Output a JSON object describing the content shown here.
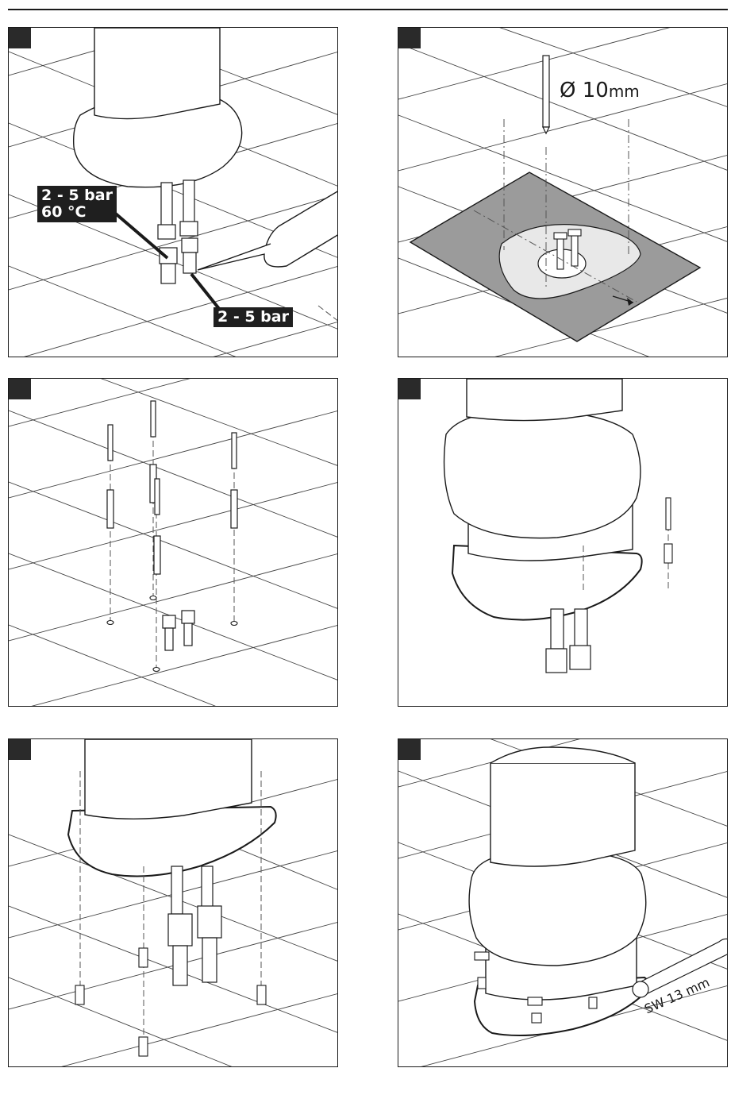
{
  "panels": [
    {
      "id": "p1",
      "labels": {
        "pressure_temp_line1": "2 - 5 bar",
        "pressure_temp_line2": "60 °C",
        "pressure": "2 - 5 bar"
      }
    },
    {
      "id": "p2",
      "labels": {
        "drill_symbol": "Ø 10",
        "drill_unit": "mm"
      }
    },
    {
      "id": "p3",
      "labels": {}
    },
    {
      "id": "p4",
      "labels": {}
    },
    {
      "id": "p5",
      "labels": {}
    },
    {
      "id": "p6",
      "labels": {
        "wrench_size": "SW 13 mm"
      }
    }
  ],
  "colors": {
    "line": "#1a1a1a",
    "step_box": "#2a2a2a",
    "template_gray": "#9b9b9b",
    "label_bg": "#1f1f1f"
  }
}
